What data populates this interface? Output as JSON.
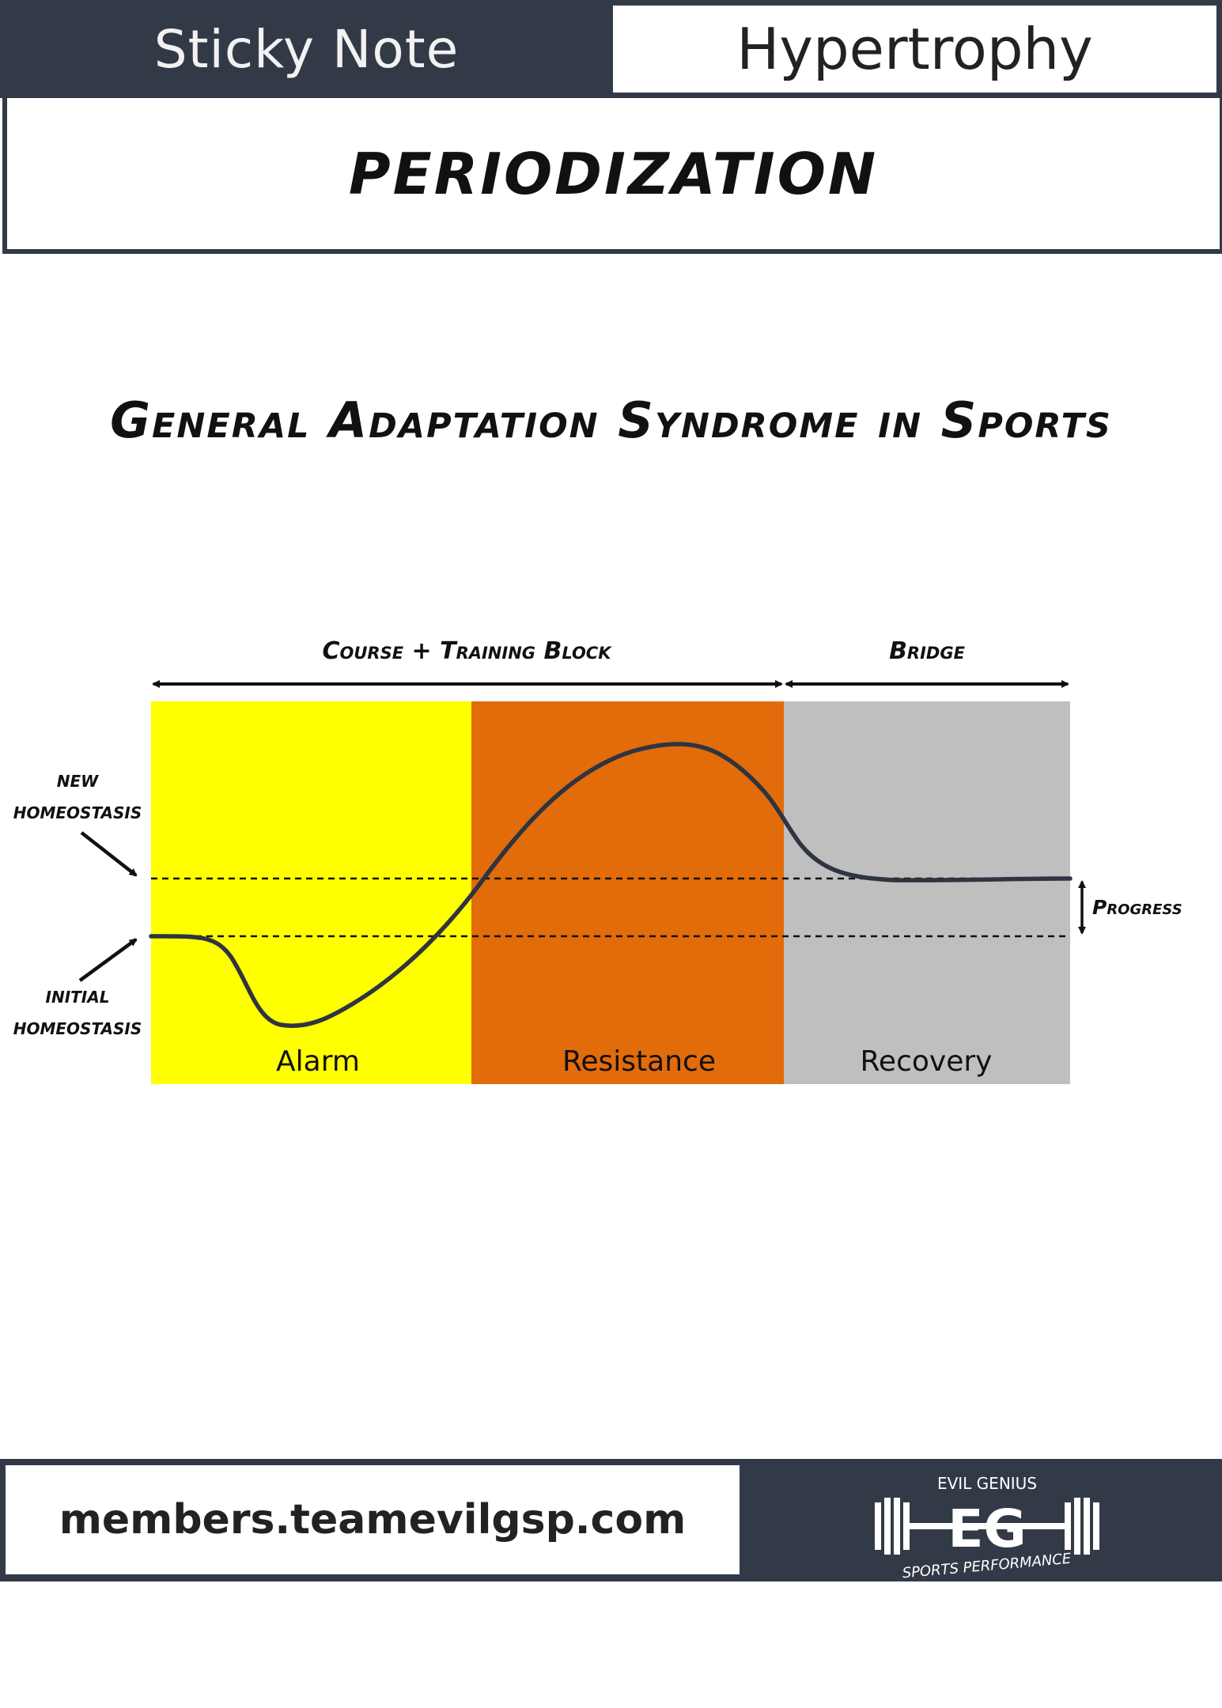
{
  "header": {
    "brand": "Sticky Note",
    "topic": "Hypertrophy"
  },
  "title": "PERIODIZATION",
  "subtitle": "General Adaptation Syndrome in Sports",
  "diagram": {
    "top_spans": [
      "Course + Training Block",
      "Bridge"
    ],
    "phases": [
      {
        "label": "Alarm",
        "color": "#ffff00"
      },
      {
        "label": "Resistance",
        "color": "#e26b0a"
      },
      {
        "label": "Recovery",
        "color": "#bfbfbf"
      }
    ],
    "callouts": {
      "new_line1": "NEW",
      "new_line2": "HOMEOSTASIS",
      "initial_line1": "INITIAL",
      "initial_line2": "HOMEOSTASIS",
      "progress": "Progress"
    },
    "curve_color": "#2e3440"
  },
  "footer": {
    "url": "members.teamevilgsp.com",
    "logo_top": "EVIL GENIUS",
    "logo_mark": "EG",
    "logo_bottom": "SPORTS PERFORMANCE"
  },
  "colors": {
    "dark_bar": "#333a47"
  }
}
